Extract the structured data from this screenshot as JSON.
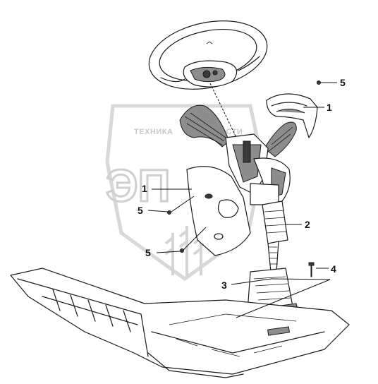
{
  "watermark": {
    "top_text": "ТЕХНИКА",
    "top_text_2": "ЗАПЧАСТИ",
    "big_text": "ЭП"
  },
  "callouts": [
    {
      "label": "5"
    },
    {
      "label": "1"
    },
    {
      "label": "1"
    },
    {
      "label": "5"
    },
    {
      "label": "2"
    },
    {
      "label": "5"
    },
    {
      "label": "4"
    },
    {
      "label": "3"
    }
  ]
}
